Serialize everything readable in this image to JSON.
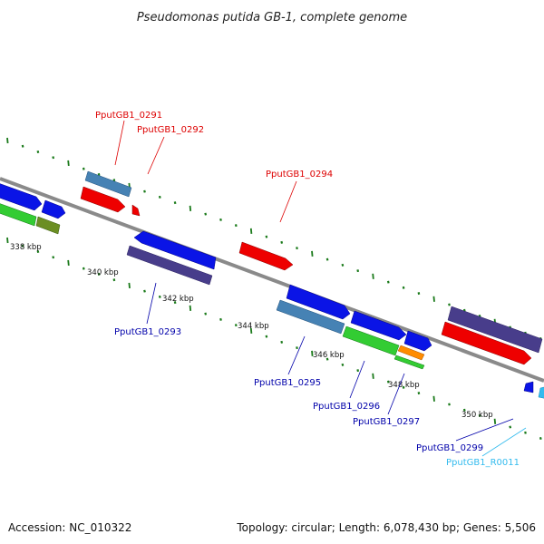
{
  "title": "Pseudomonas putida GB-1, complete genome",
  "footer": {
    "accession": "Accession: NC_010322",
    "topology": "Topology: circular; Length: 6,078,430 bp; Genes: 5,506"
  },
  "scale_labels": [
    "338 kbp",
    "340 kbp",
    "342 kbp",
    "344 kbp",
    "346 kbp",
    "348 kbp",
    "350 kbp"
  ],
  "gene_labels": {
    "g0291": "PputGB1_0291",
    "g0292": "PputGB1_0292",
    "g0294": "PputGB1_0294",
    "g0293": "PputGB1_0293",
    "g0295": "PputGB1_0295",
    "g0296": "PputGB1_0296",
    "g0297": "PputGB1_0297",
    "g0299": "PputGB1_0299",
    "gR0011": "PputGB1_R0011"
  },
  "colors": {
    "label_red": "#dd0000",
    "label_blue": "#0000aa",
    "label_cyan": "#33bbee",
    "backbone": "#8a8a8a",
    "tick": "#1a7a1a"
  }
}
